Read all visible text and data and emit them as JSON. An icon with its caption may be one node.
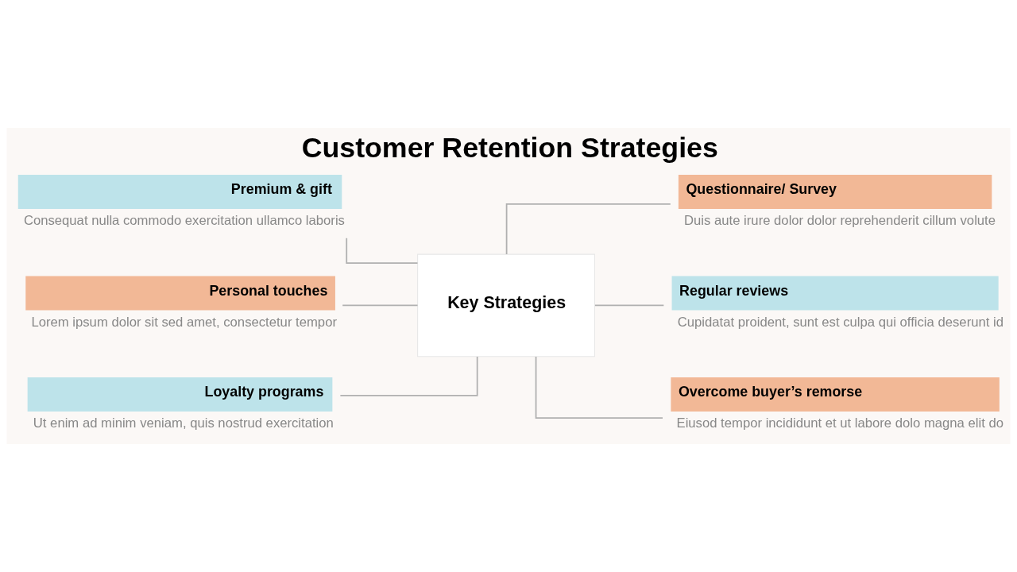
{
  "diagram": {
    "title": "Customer Retention Strategies",
    "nodes": [
      {
        "text": [
          "Key Strategies"
        ]
      },
      {
        "text": [
          "Premium & gift"
        ],
        "beside": [
          "Consequat nulla commodo exercitation ullamco laboris"
        ]
      },
      {
        "text": [
          "Questionnaire/ Survey"
        ],
        "beside": [
          "Duis aute irure dolor dolor reprehenderit cillum volute"
        ]
      },
      {
        "text": [
          "Personal touches"
        ],
        "beside": [
          "Lorem ipsum dolor sit sed amet, consectetur tempor"
        ]
      },
      {
        "text": [
          "Regular reviews"
        ],
        "beside": [
          "Cupidatat proident, sunt est culpa qui officia deserunt id"
        ]
      },
      {
        "text": [
          "Loyalty programs"
        ],
        "beside": [
          "Ut enim ad minim veniam, quis nostrud exercitation"
        ]
      },
      {
        "text": [
          "Overcome buyer’s remorse"
        ],
        "beside": [
          "Eiusod tempor incididunt et ut labore dolo magna elit do"
        ]
      }
    ],
    "edges": [
      {
        "from": 1,
        "to": 0,
        "arrow": "none"
      },
      {
        "from": 0,
        "to": 2,
        "arrow": "none"
      },
      {
        "from": 3,
        "to": 0,
        "arrow": "none"
      },
      {
        "from": 0,
        "to": 4,
        "arrow": "none"
      },
      {
        "from": 5,
        "to": 0,
        "arrow": "none"
      },
      {
        "from": 0,
        "to": 6,
        "arrow": "none"
      }
    ]
  }
}
